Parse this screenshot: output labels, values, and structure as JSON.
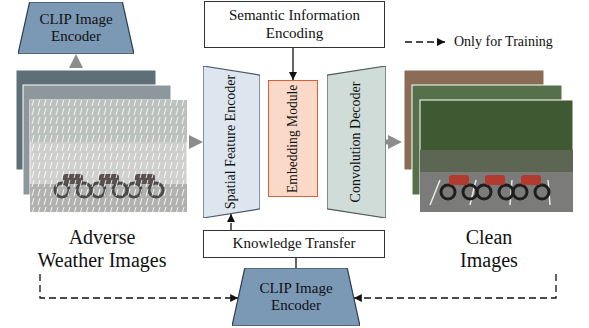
{
  "diagram": {
    "nodes": [
      {
        "text": [
          "CLIP Image Encoder"
        ]
      },
      {
        "text": [
          "Semantic Information Encoding"
        ]
      },
      {
        "text": [
          "Adverse Weather Images"
        ]
      },
      {
        "text": [
          "Spatial Feature Encoder"
        ]
      },
      {
        "text": [
          "Embedding Module"
        ]
      },
      {
        "text": [
          "Convolution Decoder"
        ]
      },
      {
        "text": [
          "Clean Images"
        ]
      },
      {
        "text": [
          "Knowledge Transfer"
        ]
      },
      {
        "text": [
          "CLIP Image Encoder"
        ]
      }
    ],
    "edges": [
      {
        "from": 2,
        "to": 0,
        "arrow": "to"
      },
      {
        "from": 1,
        "to": 4,
        "arrow": "to"
      },
      {
        "from": 2,
        "to": 3,
        "arrow": "to"
      },
      {
        "from": 5,
        "to": 6,
        "arrow": "to"
      },
      {
        "from": 7,
        "to": 3,
        "arrow": "to"
      },
      {
        "from": 8,
        "to": 7,
        "arrow": "none"
      },
      {
        "from": 2,
        "to": 8,
        "arrow": "to"
      },
      {
        "from": 6,
        "to": 8,
        "arrow": "to"
      }
    ],
    "legend": [
      {
        "text": "Only for Training"
      }
    ]
  }
}
